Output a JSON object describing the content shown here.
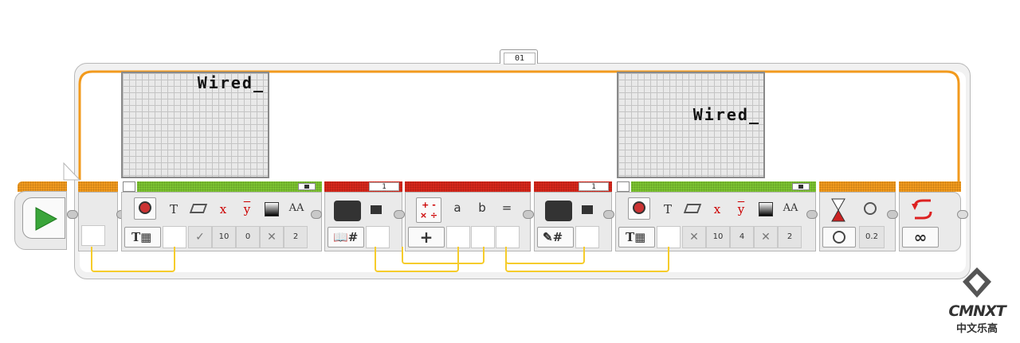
{
  "loop": {
    "name": "01",
    "mode_icon": "infinity-icon",
    "colors": {
      "frame": "#f29a1d"
    }
  },
  "start_block": {
    "icon": "play-icon",
    "color": "#3aa53a"
  },
  "display_block_1": {
    "screen_text": "Wired_",
    "mode_icon": "text-grid-icon",
    "inputs": [
      {
        "icon": "T",
        "value": ""
      },
      {
        "icon": "eraser-icon",
        "value": "✓"
      },
      {
        "icon": "x",
        "value": "10"
      },
      {
        "icon": "y",
        "value": "0"
      },
      {
        "icon": "color-icon",
        "value": "✕"
      },
      {
        "icon": "AA",
        "value": "2"
      }
    ]
  },
  "variable_block_1": {
    "name": "1",
    "mode": "read-numeric",
    "mode_label": "#"
  },
  "math_block": {
    "mode_icon": "plus-icon",
    "op_symbols": [
      "+",
      "-",
      "×",
      "÷"
    ],
    "inputs": [
      "a",
      "b"
    ],
    "output": "="
  },
  "variable_block_2": {
    "name": "1",
    "mode": "write-numeric",
    "mode_label": "#"
  },
  "display_block_2": {
    "screen_text": "Wired_",
    "mode_icon": "text-grid-icon",
    "inputs": [
      {
        "icon": "T",
        "value": ""
      },
      {
        "icon": "eraser-icon",
        "value": "✕"
      },
      {
        "icon": "x",
        "value": "10"
      },
      {
        "icon": "y",
        "value": "4"
      },
      {
        "icon": "color-icon",
        "value": "✕"
      },
      {
        "icon": "AA",
        "value": "2"
      }
    ]
  },
  "wait_block": {
    "icon": "hourglass-icon",
    "mode_icon": "timer-icon",
    "value": "0.2"
  },
  "loop_end": {
    "icon": "loop-arrow-icon",
    "mode_icon": "infinity-icon",
    "mode_label": "∞"
  },
  "watermark": {
    "logo": "CMNXT",
    "subtitle": "中文乐高"
  }
}
